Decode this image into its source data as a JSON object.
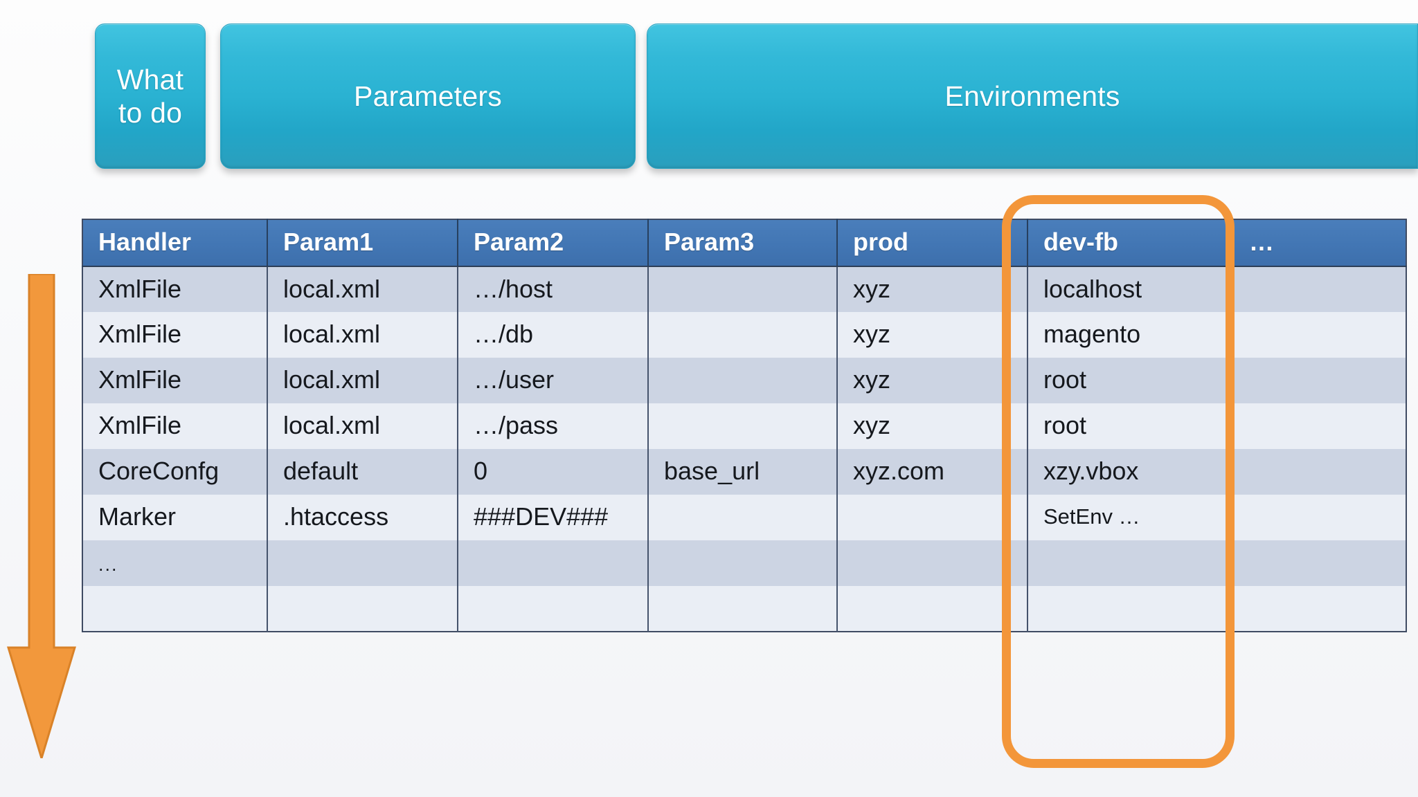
{
  "ribbon": {
    "buttons": [
      {
        "id": "what-to-do",
        "line1": "What",
        "line2": "to do"
      },
      {
        "id": "parameters",
        "line1": "Parameters"
      },
      {
        "id": "environments",
        "line1": "Environments"
      }
    ]
  },
  "annotations": {
    "down_arrow": "down-arrow",
    "column_highlight": "dev-fb",
    "highlight_color": "#f3963a"
  },
  "table": {
    "headers": [
      "Handler",
      "Param1",
      "Param2",
      "Param3",
      "prod",
      "dev-fb",
      "…"
    ],
    "rows": [
      [
        "XmlFile",
        "local.xml",
        "…/host",
        "",
        "xyz",
        "localhost",
        ""
      ],
      [
        "XmlFile",
        "local.xml",
        "…/db",
        "",
        "xyz",
        "magento",
        ""
      ],
      [
        "XmlFile",
        "local.xml",
        "…/user",
        "",
        "xyz",
        "root",
        ""
      ],
      [
        "XmlFile",
        "local.xml",
        "…/pass",
        "",
        "xyz",
        "root",
        ""
      ],
      [
        "CoreConfg",
        "default",
        "0",
        "base_url",
        "xyz.com",
        "xzy.vbox",
        ""
      ],
      [
        "Marker",
        ".htaccess",
        "###DEV###",
        "",
        "",
        "SetEnv …",
        ""
      ],
      [
        "…",
        "",
        "",
        "",
        "",
        "",
        ""
      ],
      [
        "",
        "",
        "",
        "",
        "",
        "",
        ""
      ]
    ]
  }
}
